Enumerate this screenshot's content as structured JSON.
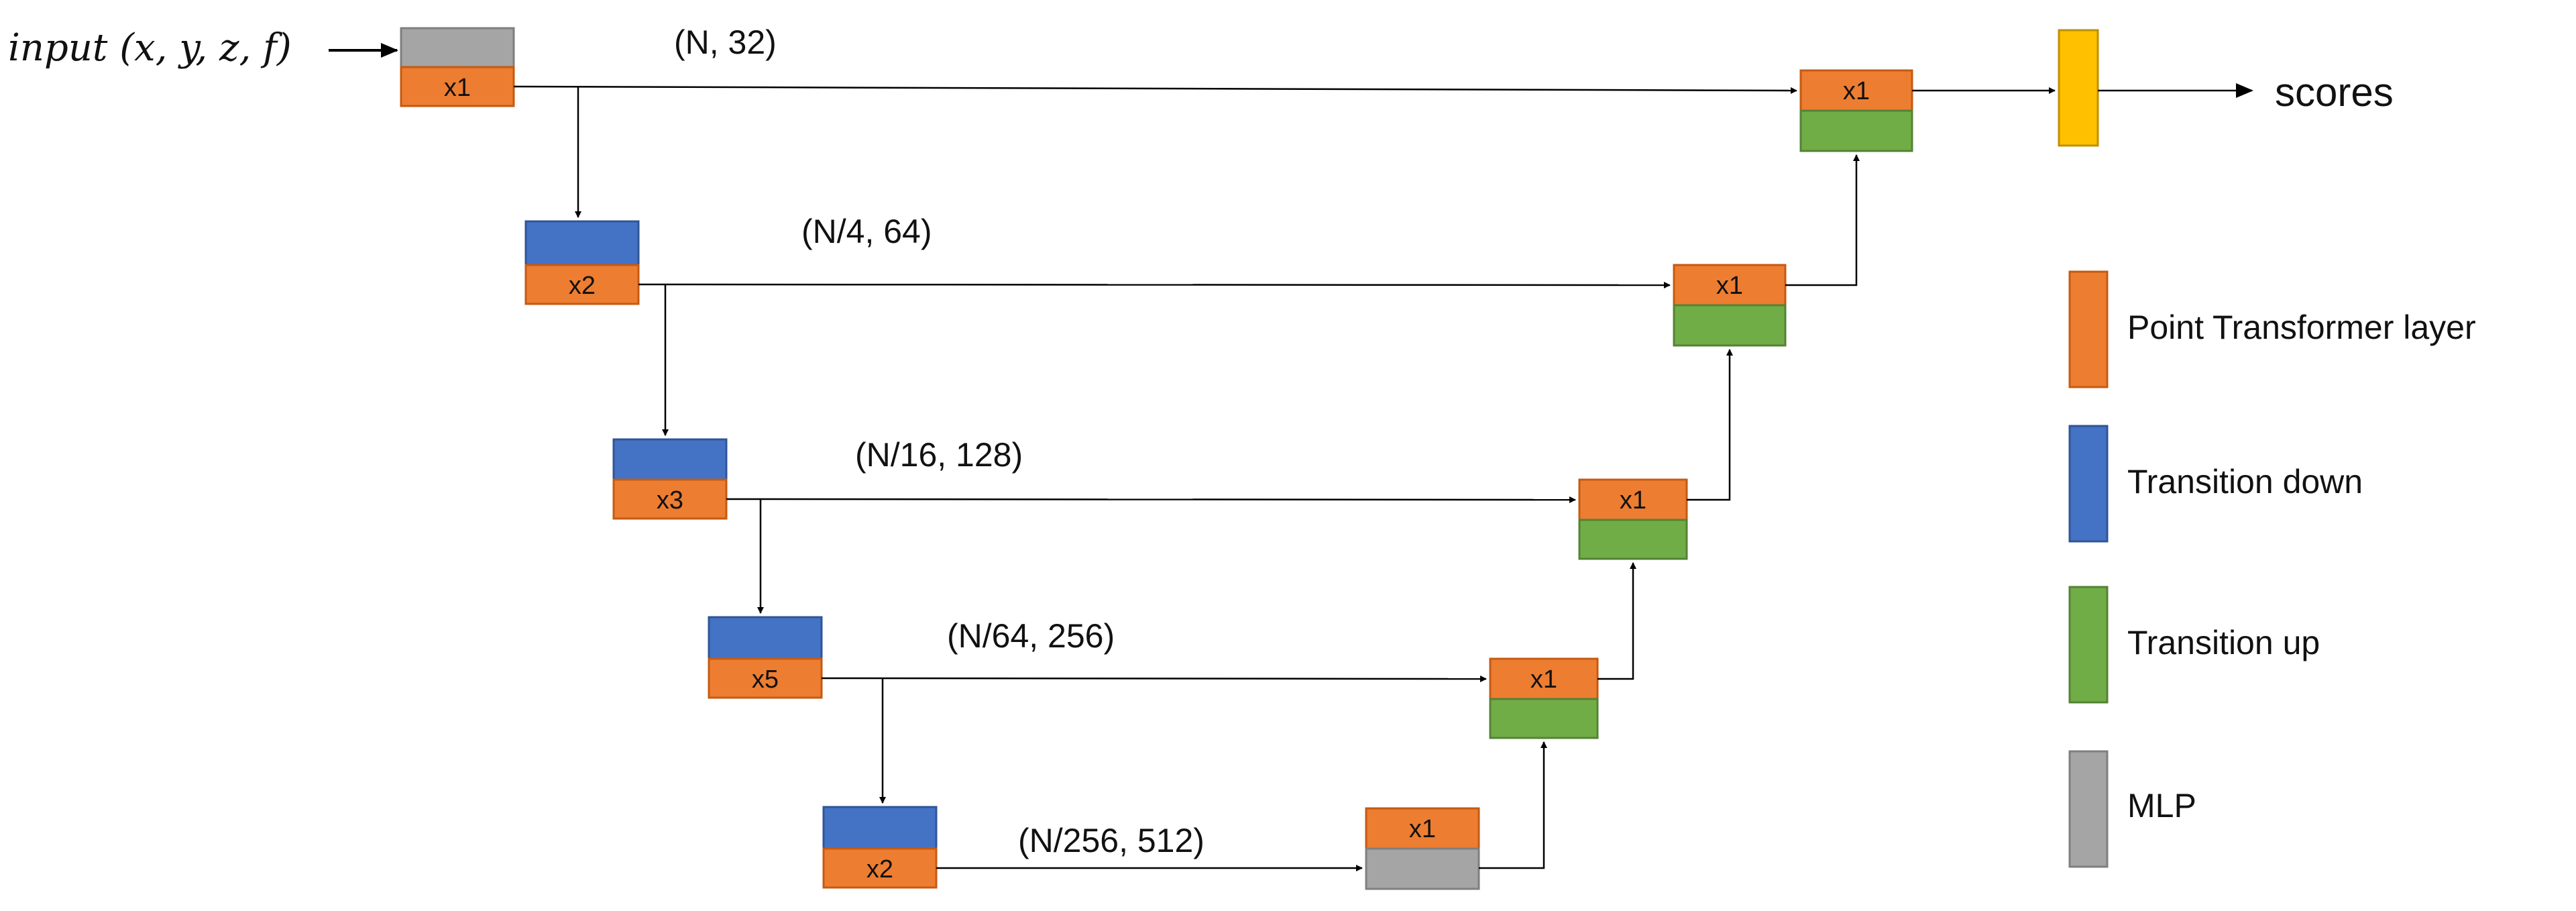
{
  "colors": {
    "point_transformer": "#ed7d31",
    "transition_down": "#4472c4",
    "transition_up": "#70ad47",
    "mlp": "#a5a5a5",
    "output_head": "#ffc000",
    "arrow": "#000000"
  },
  "input_label": "input (x, y, z, f)",
  "output_label": "scores",
  "encoder": [
    {
      "repeat": "x1",
      "top_block": "MLP",
      "dims": "(N, 32)"
    },
    {
      "repeat": "x2",
      "top_block": "Transition down",
      "dims": "(N/4, 64)"
    },
    {
      "repeat": "x3",
      "top_block": "Transition down",
      "dims": "(N/16, 128)"
    },
    {
      "repeat": "x5",
      "top_block": "Transition down",
      "dims": "(N/64, 256)"
    },
    {
      "repeat": "x2",
      "top_block": "Transition down",
      "dims": "(N/256, 512)"
    }
  ],
  "bottleneck": {
    "repeat": "x1",
    "bottom_block": "MLP"
  },
  "decoder": [
    {
      "repeat": "x1",
      "bottom_block": "Transition up"
    },
    {
      "repeat": "x1",
      "bottom_block": "Transition up"
    },
    {
      "repeat": "x1",
      "bottom_block": "Transition up"
    },
    {
      "repeat": "x1",
      "bottom_block": "Transition up"
    }
  ],
  "legend": [
    {
      "label": "Point Transformer layer",
      "color": "#ed7d31"
    },
    {
      "label": "Transition down",
      "color": "#4472c4"
    },
    {
      "label": "Transition up",
      "color": "#70ad47"
    },
    {
      "label": "MLP",
      "color": "#a5a5a5"
    }
  ]
}
